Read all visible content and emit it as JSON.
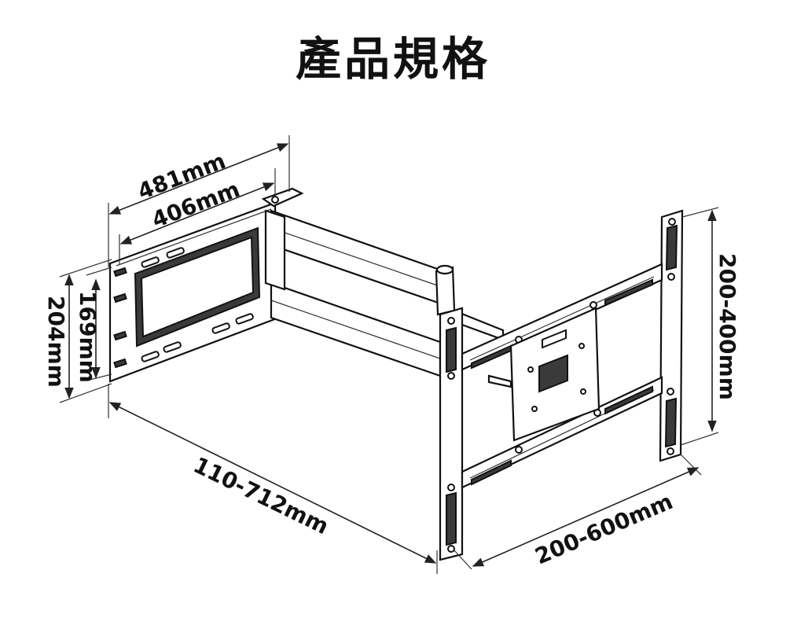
{
  "title": "產品規格",
  "dimensions": {
    "wall_plate_width_outer": "481mm",
    "wall_plate_width_inner": "406mm",
    "wall_plate_height_outer": "204mm",
    "wall_plate_height_inner": "169mm",
    "extension": "110-712mm",
    "vesa_horizontal": "200-600mm",
    "vesa_vertical": "200-400mm"
  }
}
